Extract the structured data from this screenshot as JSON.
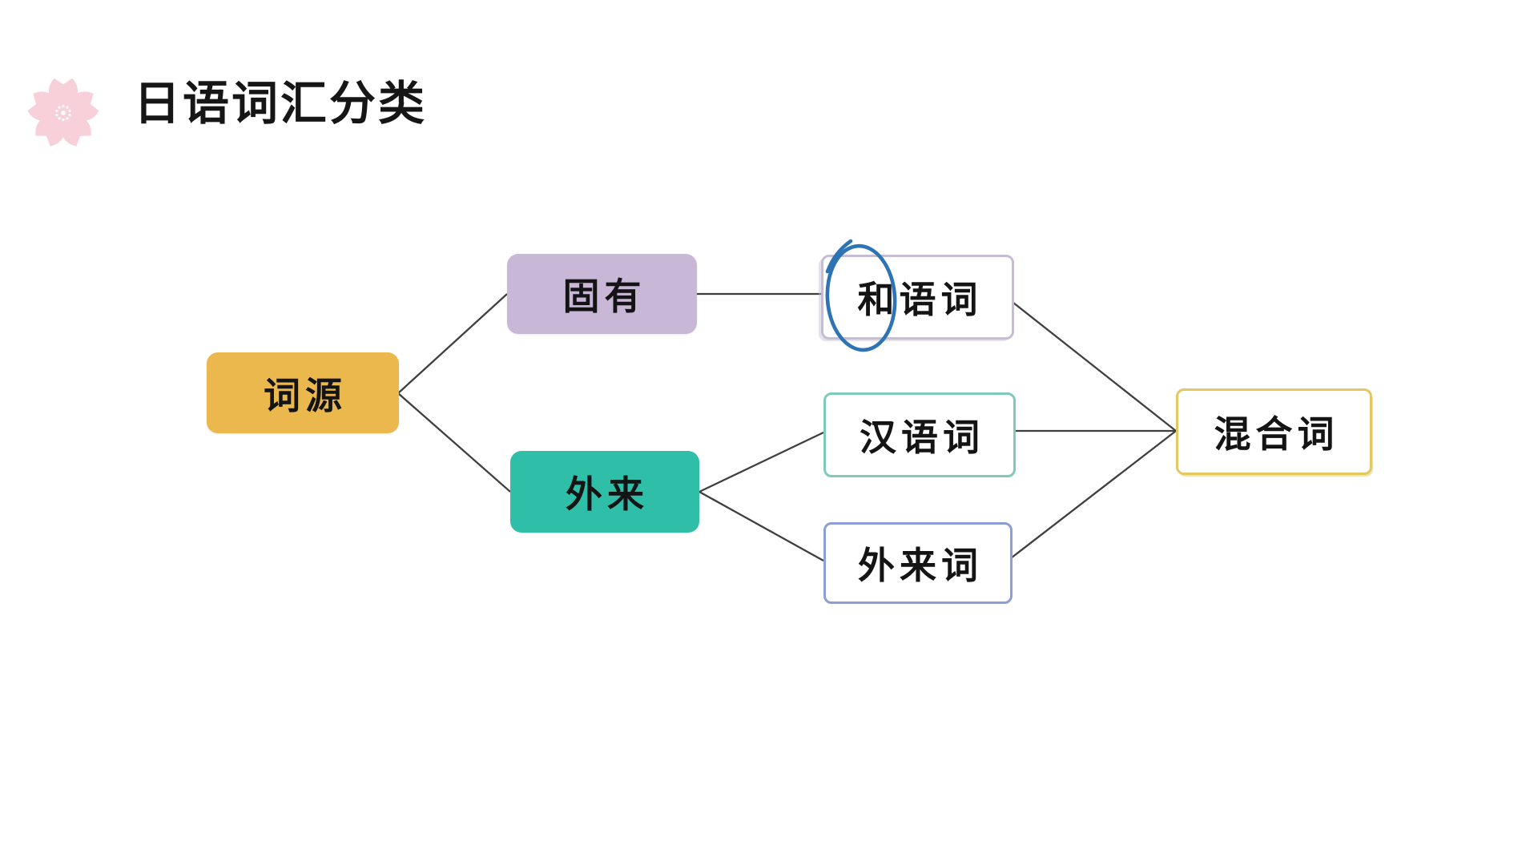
{
  "slide": {
    "title": "日语词汇分类",
    "title_color": "#161616",
    "sakura_icon_color": "#f8d0da"
  },
  "diagram": {
    "connector_color": "#3f3f3f",
    "nodes": {
      "ciyuan": {
        "label": "词源",
        "fill": "#ebb84e"
      },
      "guyou": {
        "label": "固有",
        "fill": "#c9b7d7"
      },
      "wailai": {
        "label": "外来",
        "fill": "#2fbfa9"
      },
      "heyuci": {
        "label": "和语词",
        "border": "#c6bcd6"
      },
      "hanyuci": {
        "label": "汉语词",
        "border": "#7fcabd"
      },
      "wailaici": {
        "label": "外来词",
        "border": "#8c9ed6"
      },
      "hunheci": {
        "label": "混合词",
        "border": "#e3c762"
      }
    },
    "edges": [
      {
        "from": "词源",
        "to": "固有"
      },
      {
        "from": "词源",
        "to": "外来"
      },
      {
        "from": "固有",
        "to": "和语词"
      },
      {
        "from": "外来",
        "to": "汉语词"
      },
      {
        "from": "外来",
        "to": "外来词"
      },
      {
        "from": "和语词",
        "to": "混合词"
      },
      {
        "from": "汉语词",
        "to": "混合词"
      },
      {
        "from": "外来词",
        "to": "混合词"
      }
    ],
    "annotation": {
      "shape": "hand-drawn-ellipse",
      "color": "#2e74b5",
      "circled_text": "和"
    }
  }
}
